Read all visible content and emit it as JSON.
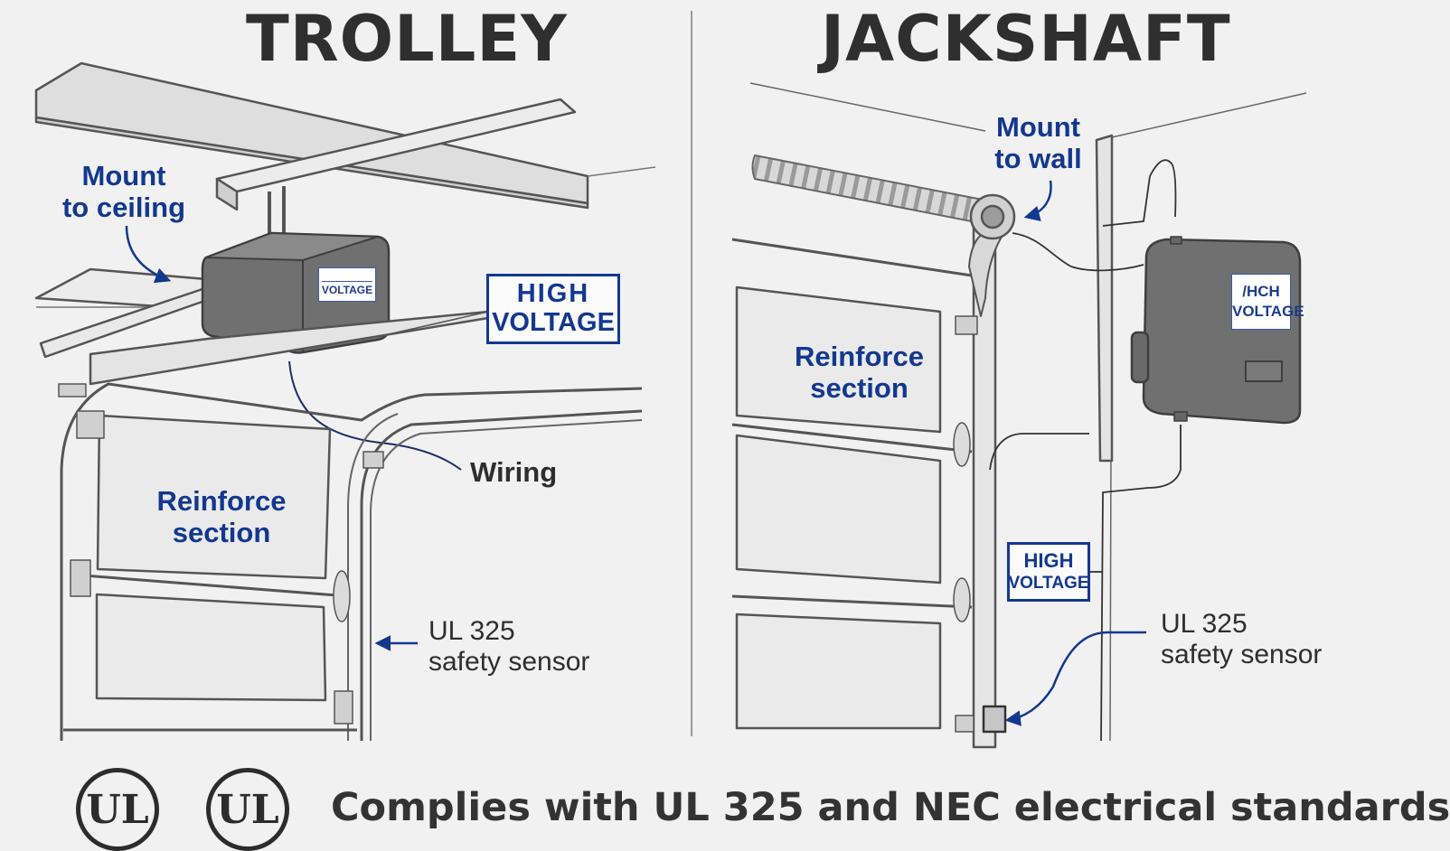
{
  "trolley": {
    "title": "TROLLEY",
    "mount_label": [
      "Mount",
      "to ceiling"
    ],
    "opener_tag": "VOLTAGE",
    "high_voltage": [
      "HIGH",
      "VOLTAGE"
    ],
    "wiring_label": "Wiring",
    "reinforce_label": [
      "Reinforce",
      "section"
    ],
    "sensor_label": [
      "UL 325",
      "safety sensor"
    ]
  },
  "jackshaft": {
    "title": "JACKSHAFT",
    "mount_label": [
      "Mount",
      "to wall"
    ],
    "opener_tag": [
      "/HCH",
      "VOLTAGE"
    ],
    "reinforce_label": [
      "Reinforce",
      "section"
    ],
    "high_voltage": [
      "HIGH",
      "VOLTAGE"
    ],
    "sensor_label": [
      "UL 325",
      "safety sensor"
    ]
  },
  "footer": {
    "logo_text": "UL",
    "compliance": "Complies with UL 325 and NEC electrical standards"
  },
  "colors": {
    "accent_blue": "#12388f",
    "text_dark": "#2e2e2e",
    "line_gray": "#555555",
    "fill_light": "#e6e6e6",
    "opener_gray": "#707070",
    "background": "#f1f1f1"
  },
  "icons": [
    "ul-certification-icon",
    "arrow-icon"
  ]
}
